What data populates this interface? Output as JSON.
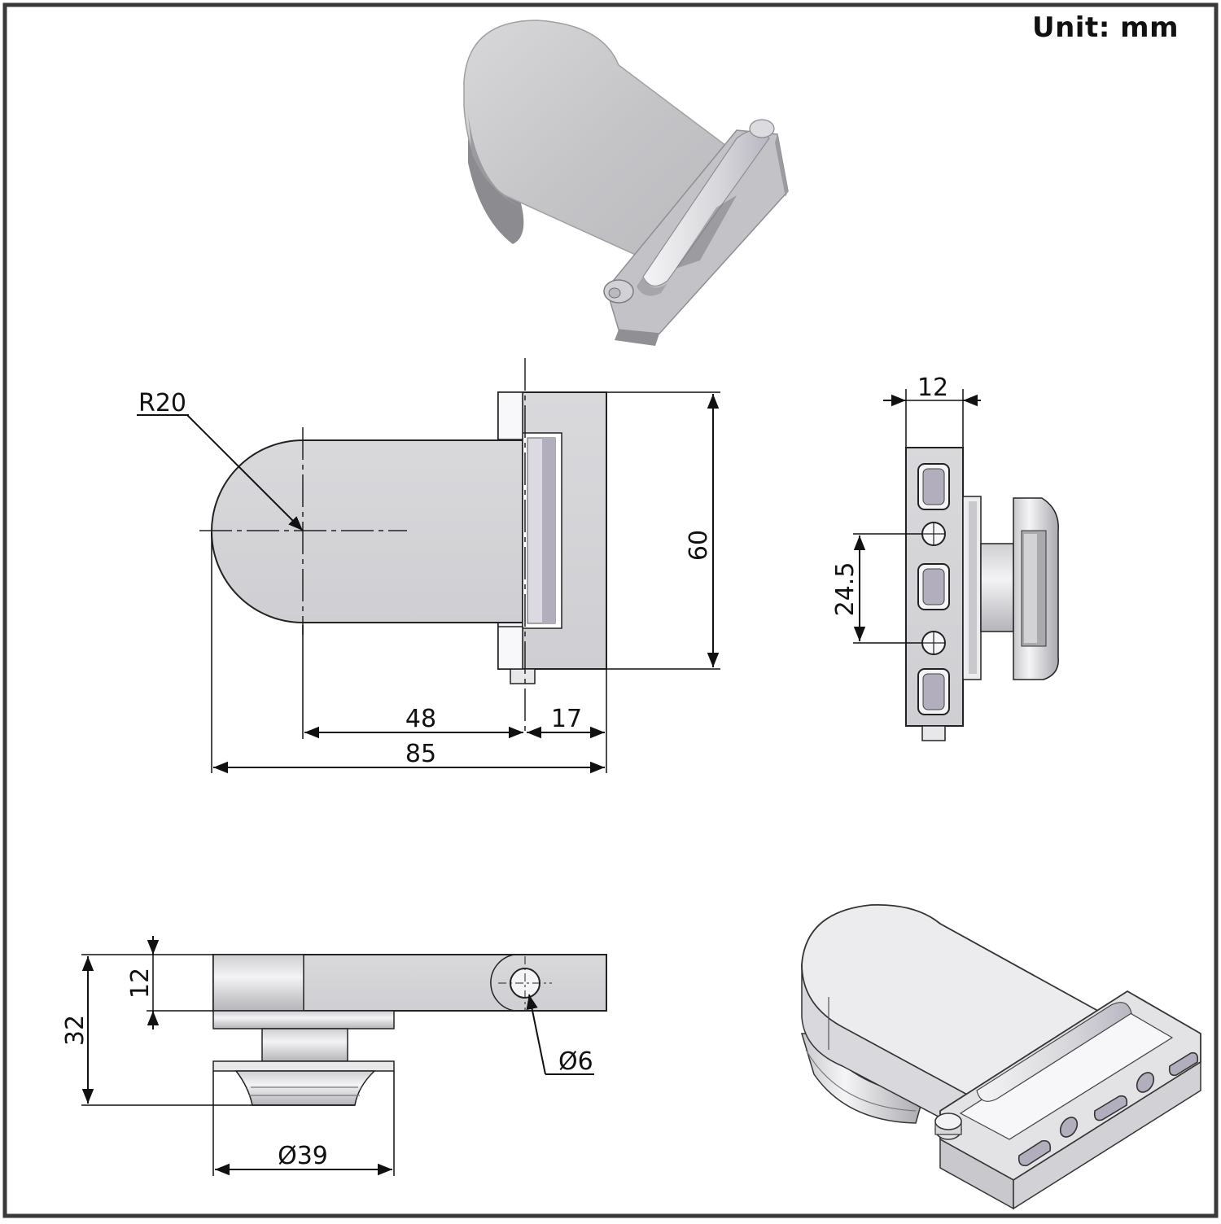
{
  "unit_label": "Unit: mm",
  "colors": {
    "border": "#3a3a3a",
    "line": "#1a1a1a",
    "metal_light": "#e2e2e4",
    "metal_mid": "#c9c9cc",
    "metal_dark": "#9d9da2",
    "accent_shadow": "#b3aebd"
  },
  "dimensions": {
    "radius": "R20",
    "height": "60",
    "length_center": "48",
    "length_knuckle": "17",
    "length_total": "85",
    "width": "12",
    "hole_spacing": "24.5",
    "plate_thickness": "12",
    "overall_depth": "32",
    "pin_diameter": "Ø6",
    "base_diameter": "Ø39"
  }
}
